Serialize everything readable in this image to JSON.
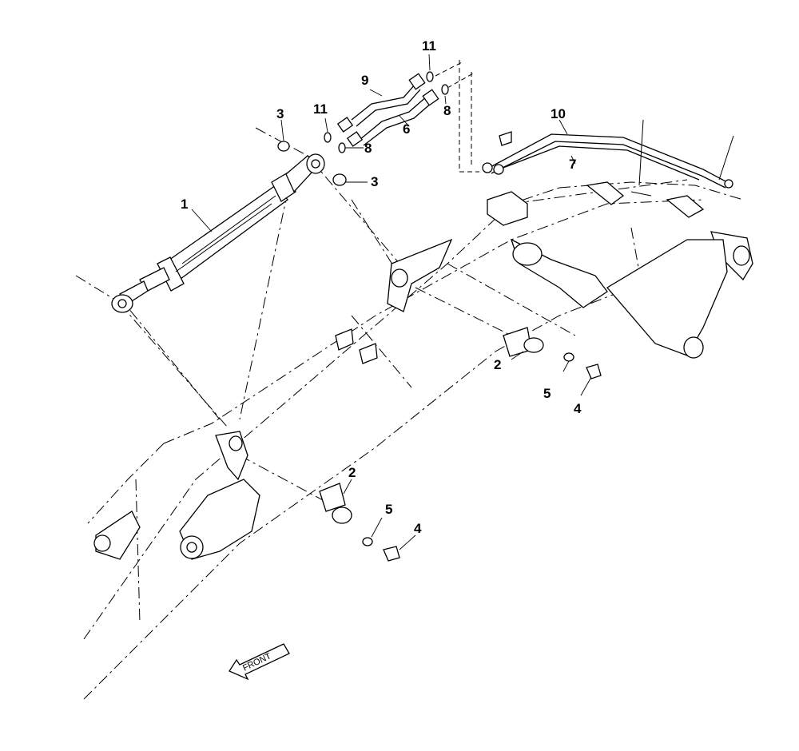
{
  "callouts": [
    {
      "id": "c1",
      "text": "1"
    },
    {
      "id": "c2a",
      "text": "2"
    },
    {
      "id": "c2b",
      "text": "2"
    },
    {
      "id": "c3a",
      "text": "3"
    },
    {
      "id": "c3b",
      "text": "3"
    },
    {
      "id": "c4a",
      "text": "4"
    },
    {
      "id": "c4b",
      "text": "4"
    },
    {
      "id": "c5a",
      "text": "5"
    },
    {
      "id": "c5b",
      "text": "5"
    },
    {
      "id": "c6",
      "text": "6"
    },
    {
      "id": "c7",
      "text": "7"
    },
    {
      "id": "c8a",
      "text": "8"
    },
    {
      "id": "c8b",
      "text": "8"
    },
    {
      "id": "c9",
      "text": "9"
    },
    {
      "id": "c10",
      "text": "10"
    },
    {
      "id": "c11a",
      "text": "11"
    },
    {
      "id": "c11b",
      "text": "11"
    }
  ],
  "front_arrow": {
    "label": "FRONT"
  }
}
